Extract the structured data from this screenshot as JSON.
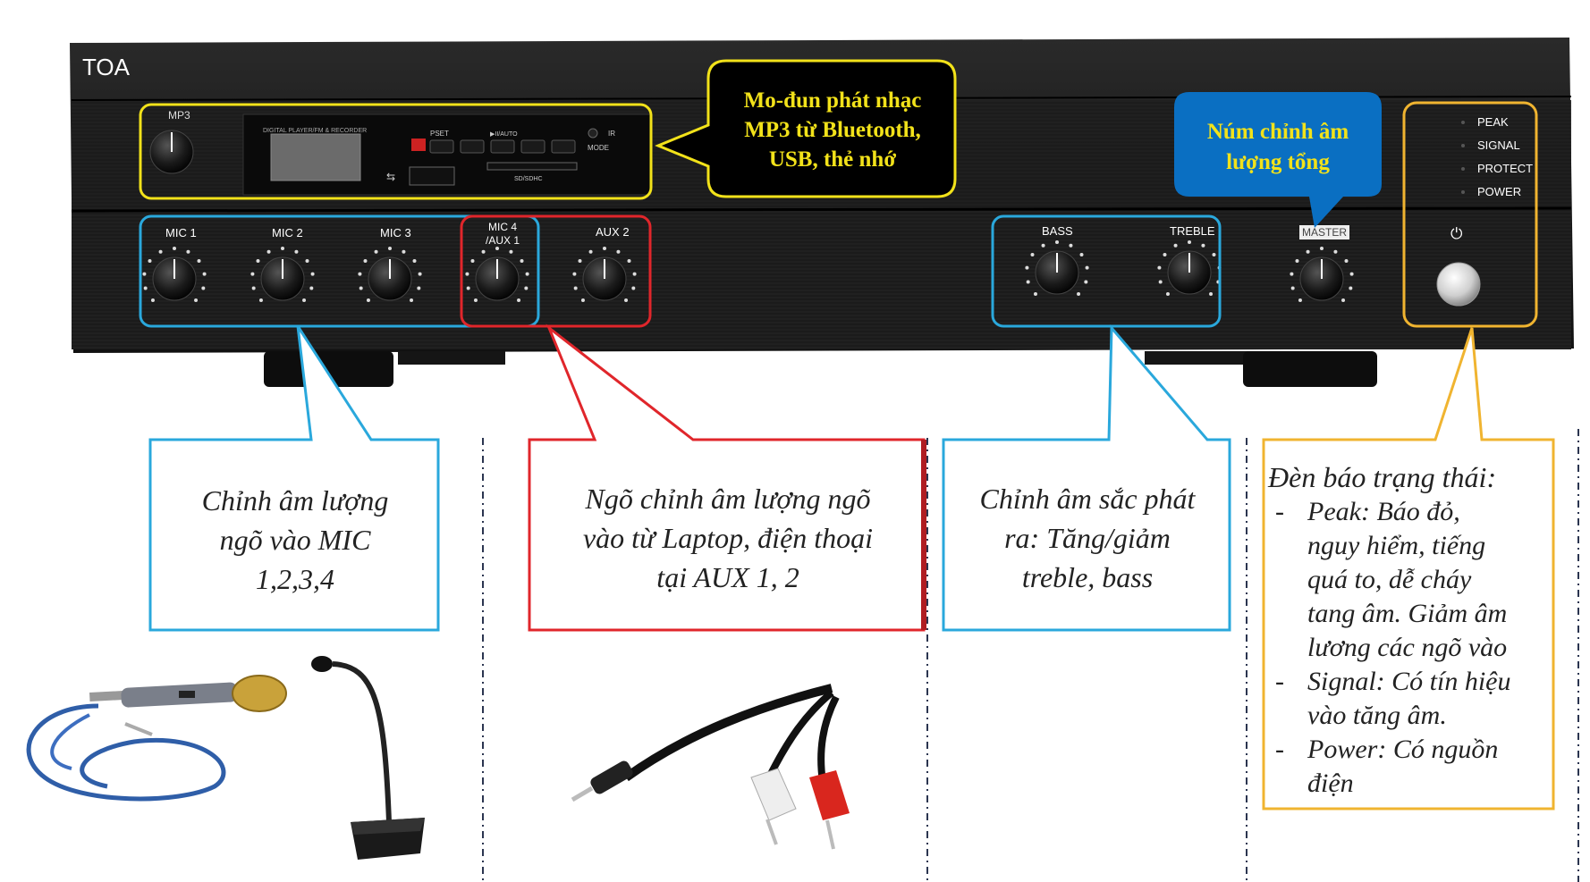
{
  "amp": {
    "brand": "TOA",
    "mp3_label": "MP3",
    "player_title": "DIGITAL PLAYER/FM & RECORDER",
    "btn_pset": "PSET",
    "btn_auto": "▶II/AUTO",
    "btn_ir": "IR",
    "btn_mode": "MODE",
    "sd_label": "SD/SDHC",
    "channels": [
      "MIC 1",
      "MIC 2",
      "MIC 3",
      "MIC 4\n/AUX 1",
      "AUX 2"
    ],
    "mic4_line1": "MIC 4",
    "mic4_line2": "/AUX 1",
    "bass": "BASS",
    "treble": "TREBLE",
    "master": "MASTER",
    "indicators": [
      "PEAK",
      "SIGNAL",
      "PROTECT",
      "POWER"
    ],
    "power_symbol": "⏻"
  },
  "callouts": {
    "mp3_module": [
      "Mo-đun phát nhạc",
      "MP3 từ Bluetooth,",
      "USB, thẻ nhớ"
    ],
    "master_volume": [
      "Núm chỉnh âm",
      "lượng tổng"
    ],
    "mic_volume": [
      "Chỉnh âm lượng",
      "ngõ vào MIC",
      "1,2,3,4"
    ],
    "aux_volume": [
      "Ngõ chỉnh âm lượng ngõ",
      "vào từ Laptop, điện thoại",
      "tại AUX 1, 2"
    ],
    "tone": [
      "Chỉnh âm sắc phát",
      "ra: Tăng/giảm",
      "treble, bass"
    ],
    "status_title": "Đèn báo trạng thái:",
    "status_items": [
      [
        "Peak: Báo đỏ,",
        "nguy hiểm, tiếng",
        "quá to, dễ cháy",
        "tang âm. Giảm âm",
        "lương các ngõ vào"
      ],
      [
        "Signal: Có tín hiệu",
        "vào tăng âm."
      ],
      [
        "Power: Có nguồn",
        "điện"
      ]
    ]
  },
  "colors": {
    "yellow": "#f2e21a",
    "blue_outline": "#2aa8dc",
    "red": "#e0262b",
    "orange": "#f0b430",
    "blue_bubble": "#0a6fc2",
    "amp_body": "#1c1c1c"
  }
}
